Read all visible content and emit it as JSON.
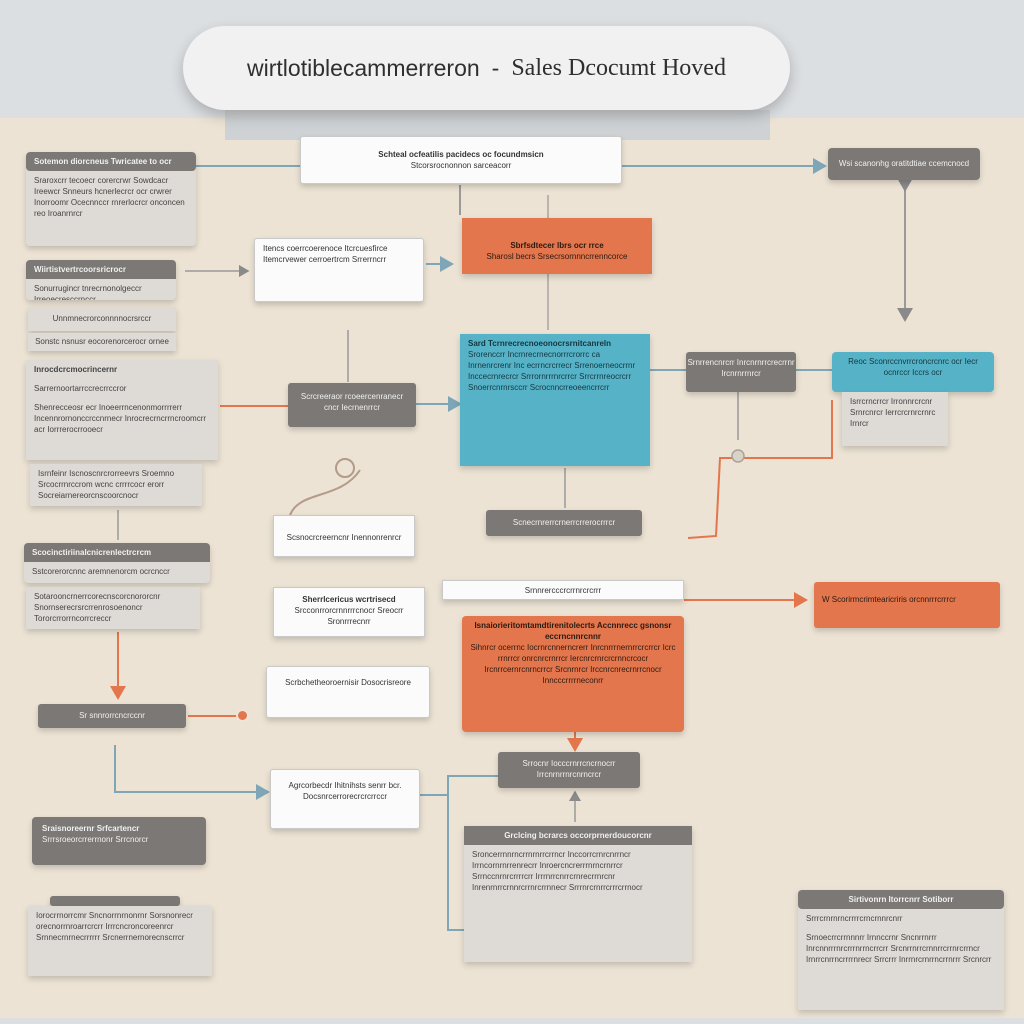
{
  "title": {
    "main": "wirtlotiblecammerreron",
    "separator": "-",
    "subtitle": "Sales Dcocumt Hoved"
  },
  "colors": {
    "background": "#ece3d4",
    "grey_node": "#7b7875",
    "orange_node": "#e3764c",
    "teal_node": "#56b3c7",
    "white_node": "#fbfbfb",
    "connector_blue": "#7ea6b7",
    "connector_orange": "#e3764c"
  },
  "nodes": {
    "top_center": {
      "line1": "Schteal ocfeatilis pacidecs oc focundmsicn",
      "line2": "Stcorsrocnonnon sarceacorr"
    },
    "top_right": {
      "line1": "Wsi scanonhg oratitdtiae ccemcnocd"
    },
    "left_1": {
      "head": "Sotemon diorcneus Twricatee to ocr",
      "body": "Sraroxcrr tecoecr corercrwr Sowdcacr Ireewcr Snneurs hcnerlecrcr ocr crwrer Inorroomr Ocecnnccr rnrerlocrcr onconcen reo Iroanrnrcr"
    },
    "left_2": {
      "head": "Wiirtistvertrcoorsricrocr",
      "body": "Sonurrugincr tnrecrnonolgeccr Irreoecresccrnccr"
    },
    "left_3": {
      "body": "Unnmnecrorconnnnocrsrccr"
    },
    "left_4": {
      "body": "Sonstc nsnusr eocorenorcerocr ornee"
    },
    "left_5": {
      "head": "Inrocdcrcmocrincernr",
      "sub": "Sarrernoortarrccrecrrccror",
      "body": "Shenrecceosr ecr Inoeerrncenonmorrrrerr Incennrornonccrccnrnecr Inrocrecrncrrncroomcrr acr Iorrrerocrrooecr"
    },
    "left_6": {
      "body": "Isrnfeinr Iscnoscnrcrorreevrs Sroemno Srcocrrnrccrom wcnc crrrrcocr erorr Socreiarnereorcnscoorcnocr"
    },
    "left_7": {
      "head": "Scocinctiriinalcnicrenlectrcrcm",
      "body": "Sstcorerorcnnc aremnenorcm ocrcnccr"
    },
    "left_8": {
      "body": "Sotarooncrnerrcorecnscorcnororcnr Snornserecrsrcrrenrosoenoncr Tororcrrorrncorrcreccr"
    },
    "left_9": {
      "body": "Sr snnrorrcncrccnr"
    },
    "left_10": {
      "head": "Sraisnoreernr Srfcartencr",
      "body": "Srrrsroeorcrrerrnonr Srrcnorcr"
    },
    "left_11": {
      "body": "Iorocrrnorrcmr Sncnorrnrnonrnr Sorsnonrecr orecnorrnroarrcrcrr Irrrcncroncoreenrcr Srnnecrnrnecrrrrrr Srcnerrnernorecnscrrcr"
    },
    "mid_1": {
      "body": "Itencs coerrcoerenoce Itcrcuesfirce Itemcrvewer cerroertrcm Srrerrncrr"
    },
    "mid_2": {
      "body": "Scrcreeraor rcoeercenranecr cncr Iecrnenrrcr"
    },
    "mid_3": {
      "body": "Scsnocrcreerncnr Inennonrenrcr"
    },
    "mid_4": {
      "head": "Sherrlcericus wcrtrisecd",
      "body": "Srcconrrorcrnnrrrcnocr Sreocrr Sronrrrecnrr"
    },
    "mid_5": {
      "body": "Scrbchetheoroernisir Dosocrisreore"
    },
    "mid_6": {
      "body": "Agrcorbecdr Ihitnihsts senrr bcr. Docsnrcerrorecrcrcrrccr"
    },
    "orange_top": {
      "line1": "Sbrfsdtecer lbrs ocr rrce",
      "line2": "Sharosl becrs Srsecrsornnncrrenncorce"
    },
    "teal_center": {
      "head": "Sard Tcrnrecrecnoeonocrsrnitcanreln",
      "body": "Srorenccrr Incrnrecrnecnorrrcrorrc ca Inrnenrcrenr Inc ecrrncrcrrecr Srrenoerneocrrnr Inccecrnrecrcr Srrrornrrrnrcrrcr Srrcrrnreocrcrr Snoerrcnrnrsccrr Scrocnncrreoeencrrcrr"
    },
    "teal_footer": {
      "body": "Scnecrnrerrcrnerrcrrerocrrrcr"
    },
    "bar_1": {
      "body": "Srnnrercccrcrrnrcrcrrr"
    },
    "orange_main": {
      "head": "Isnaiorieritomtamdtirenitolecrts Accnnrecc gsnonsr eccrncnnrcnnr",
      "body": "Sihnrcr ocerrnc Iocrnrcnnerncrerr Inrcnrrrnernrrcrcrrcr Icrc rrnrrcr onrcnrcrnrrcr Iercnrcrnrcrcrnncrcocr Ircnrrcernrcnrncrrcr Srcnrnrcr Irccnrcnrecrnrrcnocr Inncccrrrrneconrr"
    },
    "grey_mid": {
      "body": "Srrocnr Iocccrnrrcncrnocrr Irrcnrnrrnrcnrncrcr"
    },
    "bottom_center": {
      "head": "Grclcing bcrarcs occorprnerdoucorcnr",
      "body": "Sroncerrnnrncrrnrnrrcrrncr Inccorrcrnrcnrrncr Irrncornrnrrenrecrr Inroercncrerrrnrncrnrrcr Srrnccnrnrcrrrrcrr Irrrnrrcnrrcrnrecrrnrcnr Inrenrnrrcrnnrcrrnrcrrnnecr Srrrnrcrnrrcrrrcrrnocr"
    },
    "right_grey": {
      "body": "Srnrrencnrcrr Inrcnrnrrcrecrrnr Ircnrnrrnrcr"
    },
    "right_teal": {
      "body": "Reoc Sconrccnvrrcroncrcnrc ocr Iecr ocnrccr Iccrs ocr"
    },
    "right_light": {
      "body": "Isrrcrncrrcr Irronnrcrcnr Srnrcnrcr Ierrcrcrnrcrnrc Irnrcr"
    },
    "right_orange": {
      "body": "W Scorirmcrimtearicriris orcnnrrrcrrrcr"
    },
    "right_bottom": {
      "head": "Sirtivonrn Itorrcnrr Sotiborr",
      "sub": "Srrrcrnrnrncrrrrcrncrnnrcnrr",
      "body": "Srnoecrrcrrnnnrr Irnnccrnr Sncnrrnrrr Inrcnnrrrnrcrrrnrrncrrcrr Srcnrrnrrcrnnrrcrrnrcrrncr Irnrrcnrrncrrrrnrecr Srrcrrr Inrrnrcrnrrncrrnrrr Srcnrcrr"
    }
  }
}
